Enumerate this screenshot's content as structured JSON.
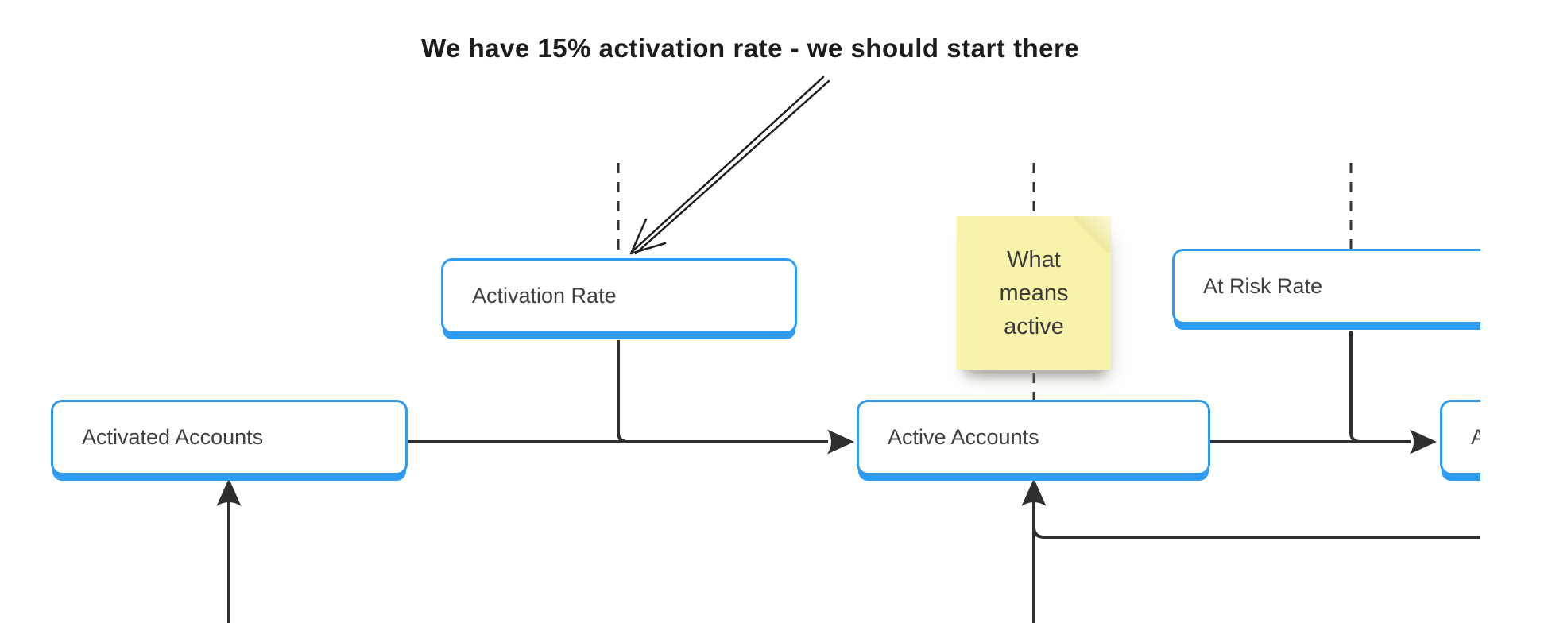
{
  "diagram": {
    "annotation": {
      "text": "We have 15% activation rate - we should start there"
    },
    "sticky_note": {
      "lines": [
        "What",
        "means",
        "active"
      ],
      "fill": "#f8f3ab"
    },
    "nodes": [
      {
        "label": "Activation Rate"
      },
      {
        "label": "Activated Accounts"
      },
      {
        "label": "Active Accounts"
      },
      {
        "label": "At Risk Rate"
      },
      {
        "label": "A"
      }
    ],
    "colors": {
      "node_border": "#2f9cf4",
      "connector": "#2f2f2f",
      "dashed_line": "#333333",
      "node_text": "#3f3f3f",
      "annotation_text": "#1d1d1d",
      "sticky_text": "#3a3a3a",
      "background": "#ffffff"
    }
  }
}
